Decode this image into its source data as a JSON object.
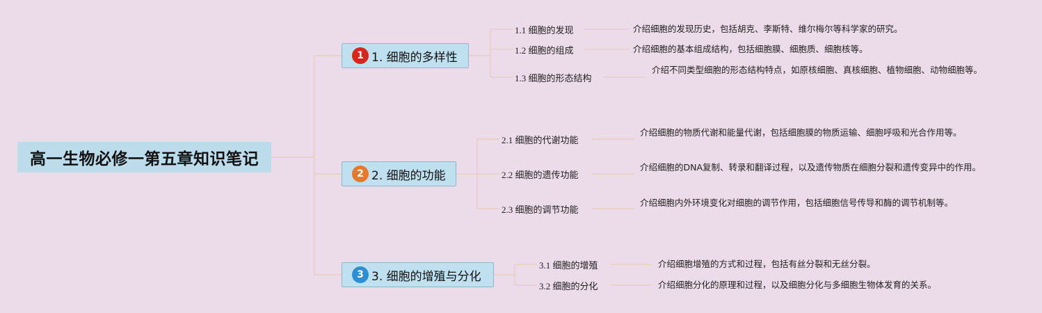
{
  "root": {
    "title": "高一生物必修一第五章知识笔记"
  },
  "branches": [
    {
      "num": "1",
      "label": "1. 细胞的多样性",
      "children": [
        {
          "label": "1.1 细胞的发现",
          "desc": "介绍细胞的发现历史，包括胡克、李斯特、维尔梅尔等科学家的研究。"
        },
        {
          "label": "1.2 细胞的组成",
          "desc": "介绍细胞的基本组成结构，包括细胞膜、细胞质、细胞核等。"
        },
        {
          "label": "1.3 细胞的形态结构",
          "desc": "介绍不同类型细胞的形态结构特点，如原核细胞、真核细胞、植物细胞、动物细胞等。"
        }
      ]
    },
    {
      "num": "2",
      "label": "2. 细胞的功能",
      "children": [
        {
          "label": "2.1 细胞的代谢功能",
          "desc": "介绍细胞的物质代谢和能量代谢，包括细胞膜的物质运输、细胞呼吸和光合作用等。"
        },
        {
          "label": "2.2 细胞的遗传功能",
          "desc": "介绍细胞的DNA复制、转录和翻译过程，以及遗传物质在细胞分裂和遗传变异中的作用。"
        },
        {
          "label": "2.3 细胞的调节功能",
          "desc": "介绍细胞内外环境变化对细胞的调节作用，包括细胞信号传导和酶的调节机制等。"
        }
      ]
    },
    {
      "num": "3",
      "label": "3. 细胞的增殖与分化",
      "children": [
        {
          "label": "3.1 细胞的增殖",
          "desc": "介绍细胞增殖的方式和过程，包括有丝分裂和无丝分裂。"
        },
        {
          "label": "3.2 细胞的分化",
          "desc": "介绍细胞分化的原理和过程，以及细胞分化与多细胞生物体发育的关系。"
        }
      ]
    }
  ],
  "colors": {
    "line": "#e8cdb8",
    "node_fill": "#bfe0ef",
    "background": "#ecdbe9"
  }
}
